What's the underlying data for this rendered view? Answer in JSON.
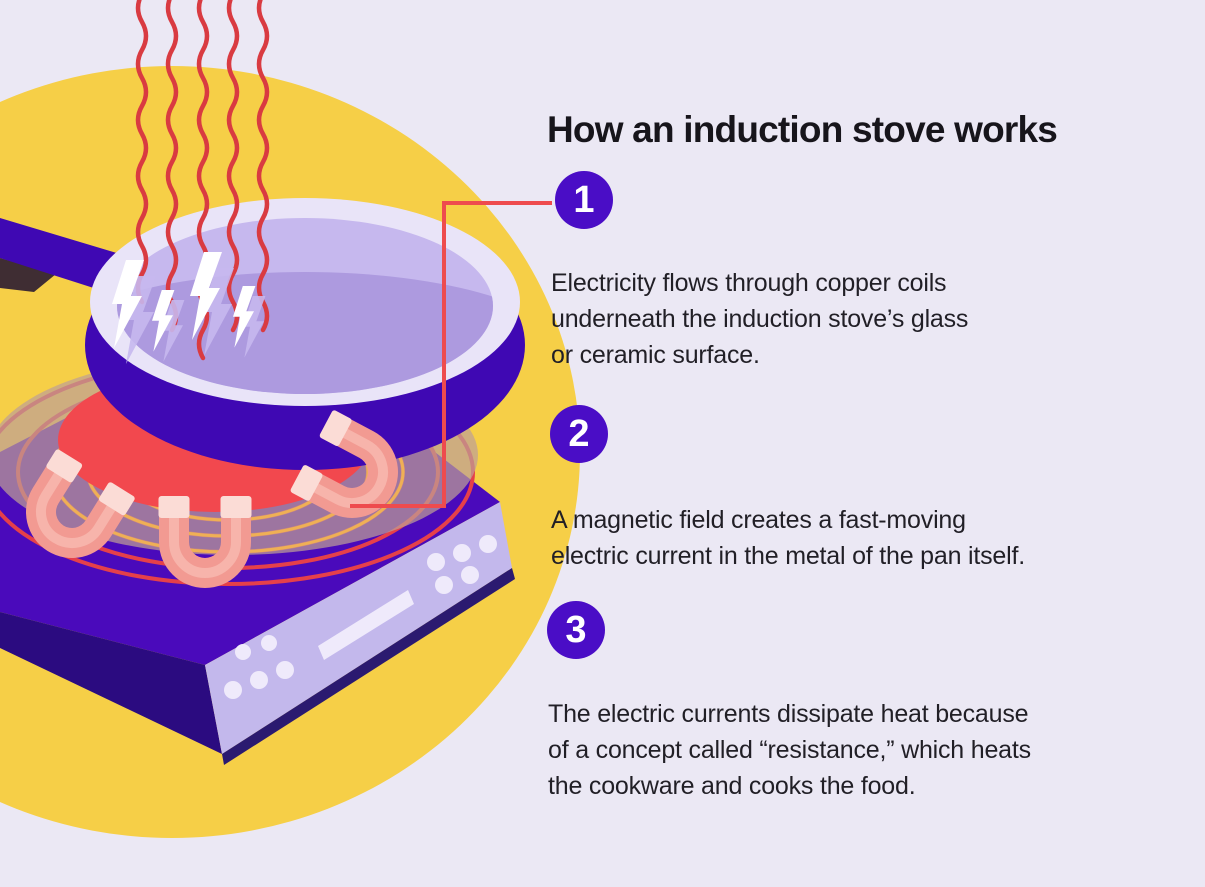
{
  "title": "How an induction stove works",
  "steps": [
    {
      "number": "1",
      "lines": [
        "Electricity flows through copper coils",
        "underneath the induction stove’s glass",
        "or ceramic surface."
      ]
    },
    {
      "number": "2",
      "lines": [
        "A magnetic field creates a fast-moving",
        "electric current in the metal of the pan itself."
      ]
    },
    {
      "number": "3",
      "lines": [
        "The electric currents dissipate heat because",
        "of a concept called “resistance,” which heats",
        "the cookware and cooks the food."
      ]
    }
  ],
  "illustration": {
    "icons": [
      "steam-lines-icon",
      "lightning-bolt-icon",
      "frying-pan-icon",
      "pan-handle-icon",
      "heating-element-icon",
      "magnetic-field-icon",
      "horseshoe-magnet-icon",
      "induction-coil-rings-icon",
      "induction-stove-icon",
      "stove-display-icon",
      "stove-buttons-icon",
      "callout-line-icon"
    ]
  },
  "colors": {
    "bg": "#EBE8F4",
    "yellow": "#F6CF47",
    "paleYellow": "#FAE58D",
    "stoveTop": "#4A0ABB",
    "stoveDark": "#2B0B80",
    "stoveFace": "#C3B8EC",
    "stoveStrip": "#2B1A70",
    "panelLight": "#EFEAFB",
    "ringRed": "#E5404A",
    "ringAmber": "#EFB055",
    "fieldOverlay": "#BE9F96",
    "heatRed": "#F2484E",
    "steamRed": "#D93B41",
    "calloutRed": "#EE4B4E",
    "panIndigo": "#3F08B3",
    "panRim": "#E9E4F8",
    "panInner": "#C6B8EE",
    "panLiquid": "#AD9ADF",
    "handleShadow": "#1E1030",
    "magnetPink": "#F29A92",
    "magnetTip": "#FBDCD6",
    "magnetHighlight": "#F8BCB3",
    "boltWhite": "#FFFFFF",
    "stepCircle": "#4A0DC6",
    "numberText": "#FFFFFF",
    "titleText": "#17151B",
    "bodyText": "#211F26"
  }
}
